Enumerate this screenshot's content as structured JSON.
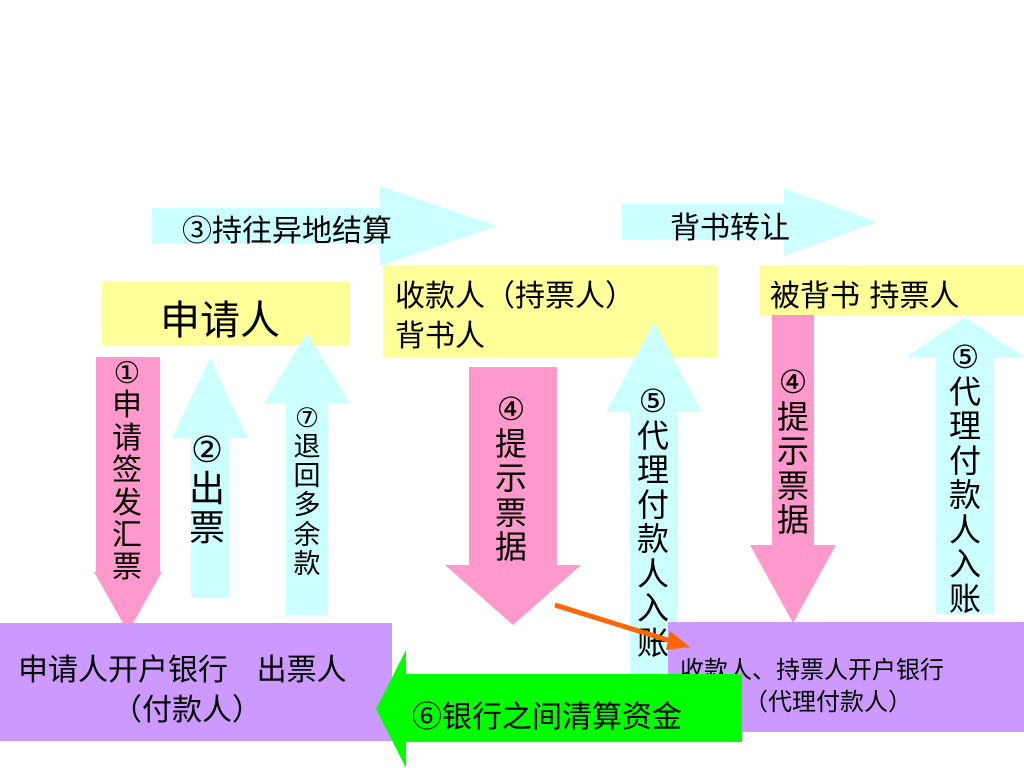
{
  "colors": {
    "yellow_box": "#ffff99",
    "purple_box": "#cc99ff",
    "cyan_arrow": "#ccffff",
    "pink_arrow": "#ff99cc",
    "green_arrow": "#00ff00",
    "orange_line": "#ff6600"
  },
  "nodes": {
    "applicant": "申请人",
    "payee_line1": "收款人（持票人）",
    "payee_line2": "背书人",
    "endorsee": "被背书 持票人",
    "applicant_bank_line1": "申请人开户银行   出票人",
    "applicant_bank_line2": "（付款人）",
    "payee_bank_line1": "收款人、持票人开户银行",
    "payee_bank_line2": "（代理付款人）"
  },
  "arrows": {
    "step3_hold_remote": "③持往异地结算",
    "endorse_transfer": "背书转让",
    "step1_apply_draft": "①申请签发汇票",
    "step2_issue": "②出票",
    "step7_refund": "⑦退回多余款",
    "step4_present_left": "④提示票据",
    "step5_agent_pay_left": "⑤代理付款人入账",
    "step4_present_right": "④提示票据",
    "step5_agent_pay_right": "⑤代理付款人入账",
    "step6_clearing": "⑥银行之间清算资金"
  }
}
